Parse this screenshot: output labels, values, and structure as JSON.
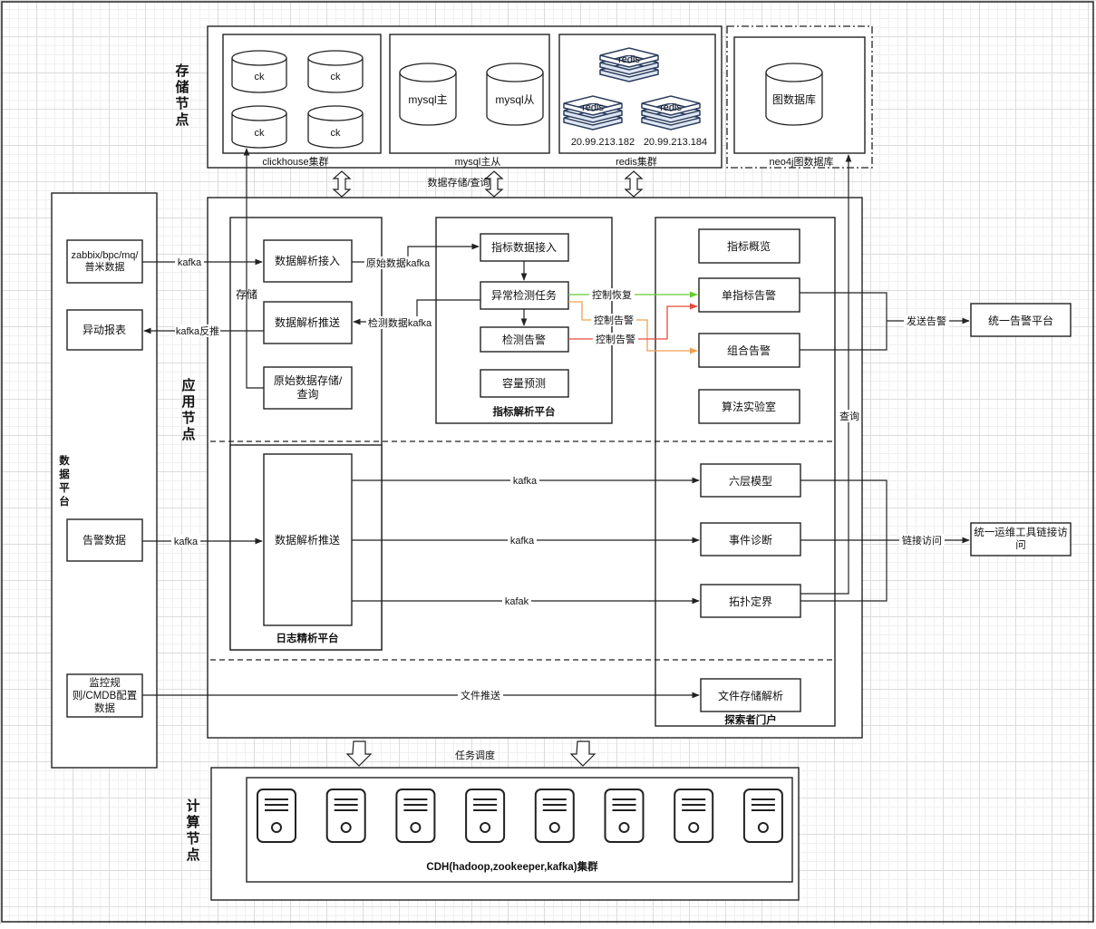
{
  "regions": {
    "storage": [
      "存",
      "储",
      "节",
      "点"
    ],
    "application": [
      "应",
      "用",
      "节",
      "点"
    ],
    "compute": [
      "计",
      "算",
      "节",
      "点"
    ],
    "data_platform": [
      "数",
      "据",
      "平",
      "台"
    ]
  },
  "storage": {
    "clickhouse": {
      "label": "clickhouse集群",
      "nodes": [
        "ck",
        "ck",
        "ck",
        "ck"
      ]
    },
    "mysql": {
      "label": "mysql主从",
      "master": "mysql主",
      "slave": "mysql从"
    },
    "redis": {
      "label": "redis集群",
      "node": "redis",
      "ip1": "20.99.213.182",
      "ip2": "20.99.213.184"
    },
    "neo4j": {
      "label": "neo4j图数据库",
      "db": "图数据库"
    },
    "io_label": "数据存储/查询"
  },
  "data_platform": {
    "sources": [
      "zabbix/bpc/mq/普米数据",
      "异动报表",
      "告警数据",
      "监控规则/CMDB配置数据"
    ]
  },
  "parse_group": {
    "ingest": "数据解析接入",
    "push": "数据解析推送",
    "raw_store": "原始数据存储/查询",
    "store_label": "存储"
  },
  "metric_platform": {
    "title": "指标解析平台",
    "ingest": "指标数据接入",
    "anomaly": "异常检测任务",
    "alert": "检测告警",
    "capacity": "容量预测"
  },
  "log_platform": {
    "title": "日志精析平台",
    "push": "数据解析推送"
  },
  "explorer": {
    "title": "探索者门户",
    "items": [
      "指标概览",
      "单指标告警",
      "组合告警",
      "算法实验室",
      "六层模型",
      "事件诊断",
      "拓扑定界",
      "文件存储解析"
    ]
  },
  "external": {
    "alert_platform": "统一告警平台",
    "ops_tools": "统一运维工具链接访问"
  },
  "edges": {
    "kafka": "kafka",
    "kafka_back": "kafka反推",
    "raw_kafka": "原始数据kafka",
    "detect_kafka": "检测数据kafka",
    "ctrl_recover": "控制恢复",
    "ctrl_alert": "控制告警",
    "send_alert": "发送告警",
    "query": "查询",
    "link_access": "链接访问",
    "kafak": "kafak",
    "file_push": "文件推送",
    "task_schedule": "任务调度"
  },
  "compute": {
    "cluster_label": "CDH(hadoop,zookeeper,kafka)集群",
    "server_count": 8
  },
  "colors": {
    "green": "#66cc33",
    "red": "#e84c3d",
    "orange": "#f0a050",
    "stroke": "#222222"
  }
}
